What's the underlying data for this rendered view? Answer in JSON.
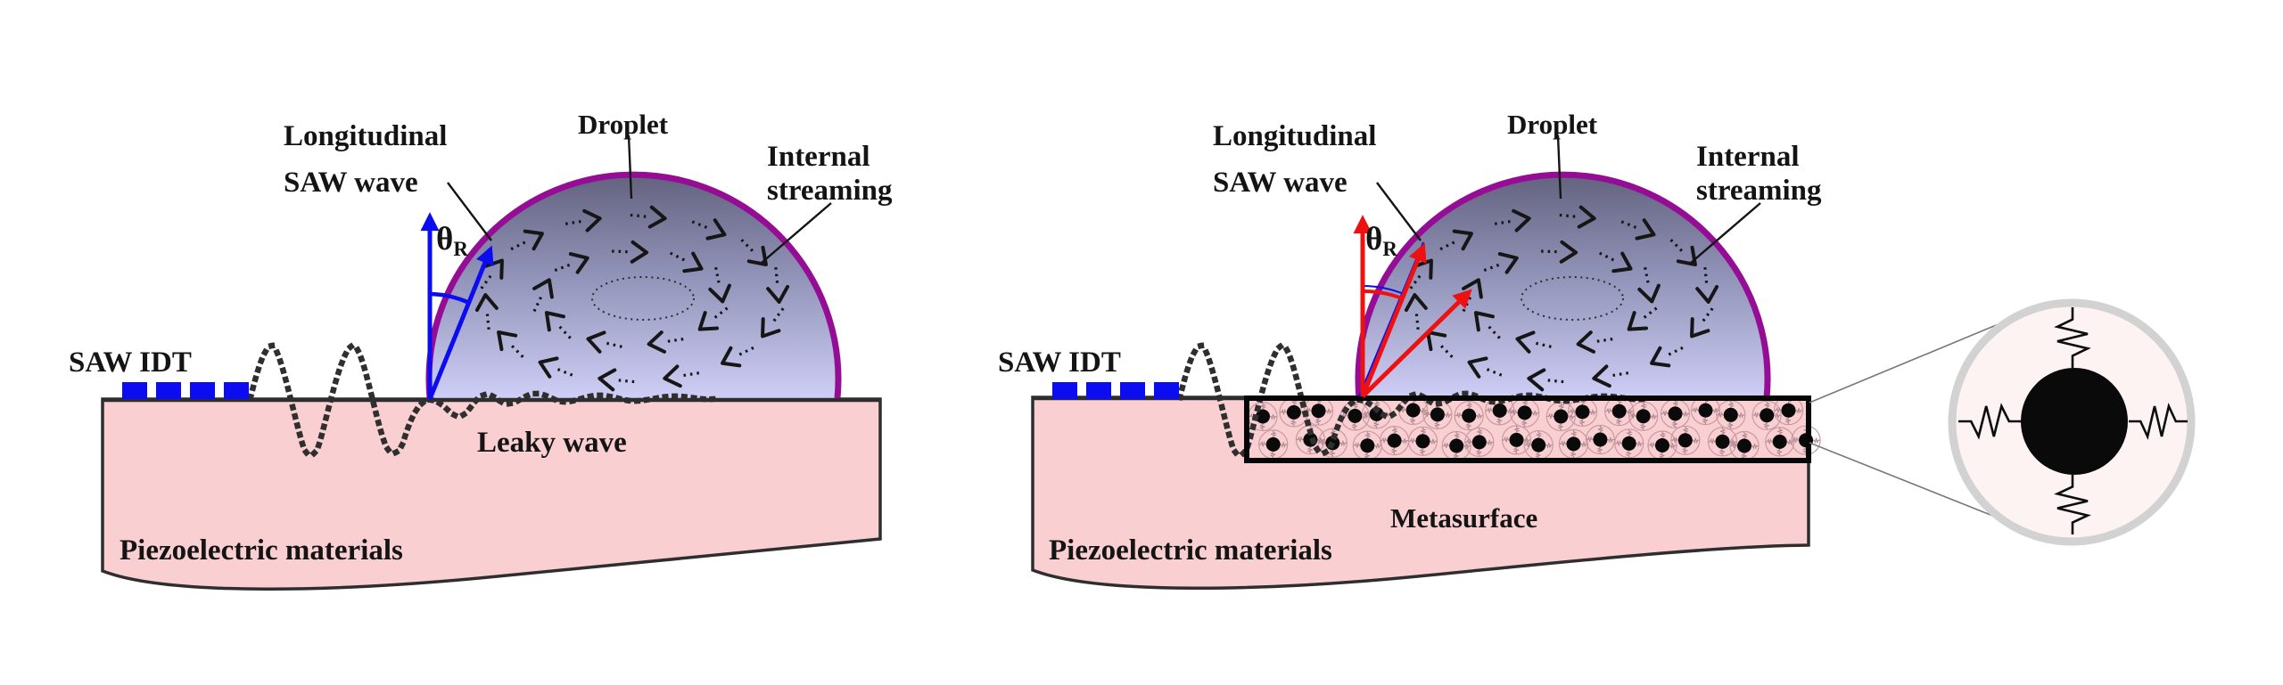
{
  "figure": {
    "left_panel": {
      "labels": {
        "longitudinal_line1": "Longitudinal",
        "longitudinal_line2": "SAW wave",
        "droplet": "Droplet",
        "internal_line1": "Internal",
        "internal_line2": "streaming",
        "saw_idt": "SAW IDT",
        "theta": "θ",
        "theta_sub": "R",
        "leaky_wave": "Leaky wave",
        "substrate": "Piezoelectric materials"
      }
    },
    "right_panel": {
      "labels": {
        "longitudinal_line1": "Longitudinal",
        "longitudinal_line2": "SAW wave",
        "droplet": "Droplet",
        "internal_line1": "Internal",
        "internal_line2": "streaming",
        "saw_idt": "SAW IDT",
        "theta": "θ",
        "theta_sub": "R",
        "metasurface": "Metasurface",
        "substrate": "Piezoelectric materials"
      }
    },
    "colors": {
      "accent_blue": "#0c0cf0",
      "accent_red": "#ee1111",
      "droplet_outline": "#950d95",
      "droplet_top": "#63637f",
      "droplet_mid": "#8e8fb4",
      "droplet_base": "#cecef6",
      "substrate_fill": "#f9cfd2",
      "substrate_stroke": "#2e2e2e",
      "wave_dots": "#2f2f2f",
      "strip_border": "#060606",
      "cell_ring": "#c79aa2",
      "cell_dot": "#0a0a0a",
      "inset_fill": "#fdf3f3",
      "inset_ring": "#d2d2d2",
      "ink": "#141414"
    }
  }
}
